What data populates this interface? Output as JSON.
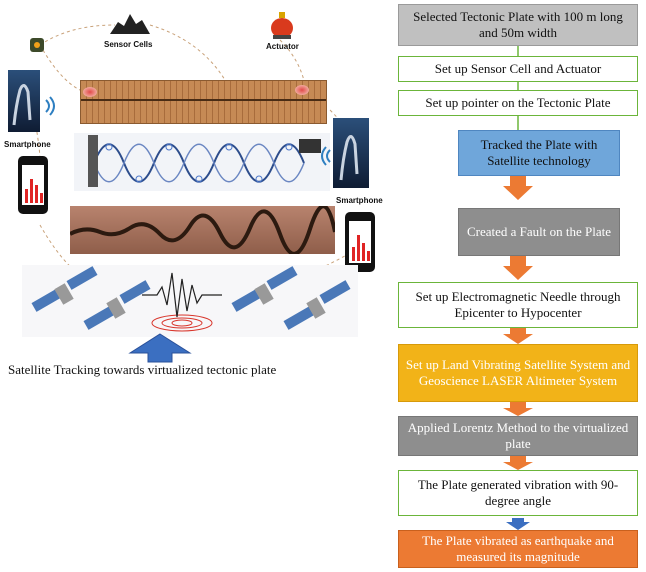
{
  "left": {
    "sensor_cells_label": "Sensor Cells",
    "actuator_label": "Actuator",
    "smartphone_left_label": "Smartphone",
    "smartphone_right_label": "Smartphone",
    "caption": "Satellite Tracking towards virtualized tectonic plate"
  },
  "flow": [
    {
      "text": "Selected Tectonic Plate with 100 m long and 50m width",
      "color": "#c0c0c0"
    },
    {
      "text": "Set up Sensor Cell and Actuator",
      "color": "#ffffff"
    },
    {
      "text": "Set up pointer on the Tectonic Plate",
      "color": "#ffffff"
    },
    {
      "text": "Tracked the Plate with Satellite technology",
      "color": "#6fa6da"
    },
    {
      "text": "Created a Fault on the Plate",
      "color": "#8e8e8e"
    },
    {
      "text": "Set up Electromagnetic Needle through Epicenter to Hypocenter",
      "color": "#ffffff"
    },
    {
      "text": "Set up Land Vibrating Satellite System and Geoscience LASER Altimeter System",
      "color": "#f2b318"
    },
    {
      "text": "Applied Lorentz Method to the virtualized plate",
      "color": "#8e8e8e"
    },
    {
      "text": "The Plate generated vibration with 90-degree angle",
      "color": "#ffffff"
    },
    {
      "text": "The Plate vibrated as earthquake and measured its magnitude",
      "color": "#ec7a33"
    }
  ]
}
